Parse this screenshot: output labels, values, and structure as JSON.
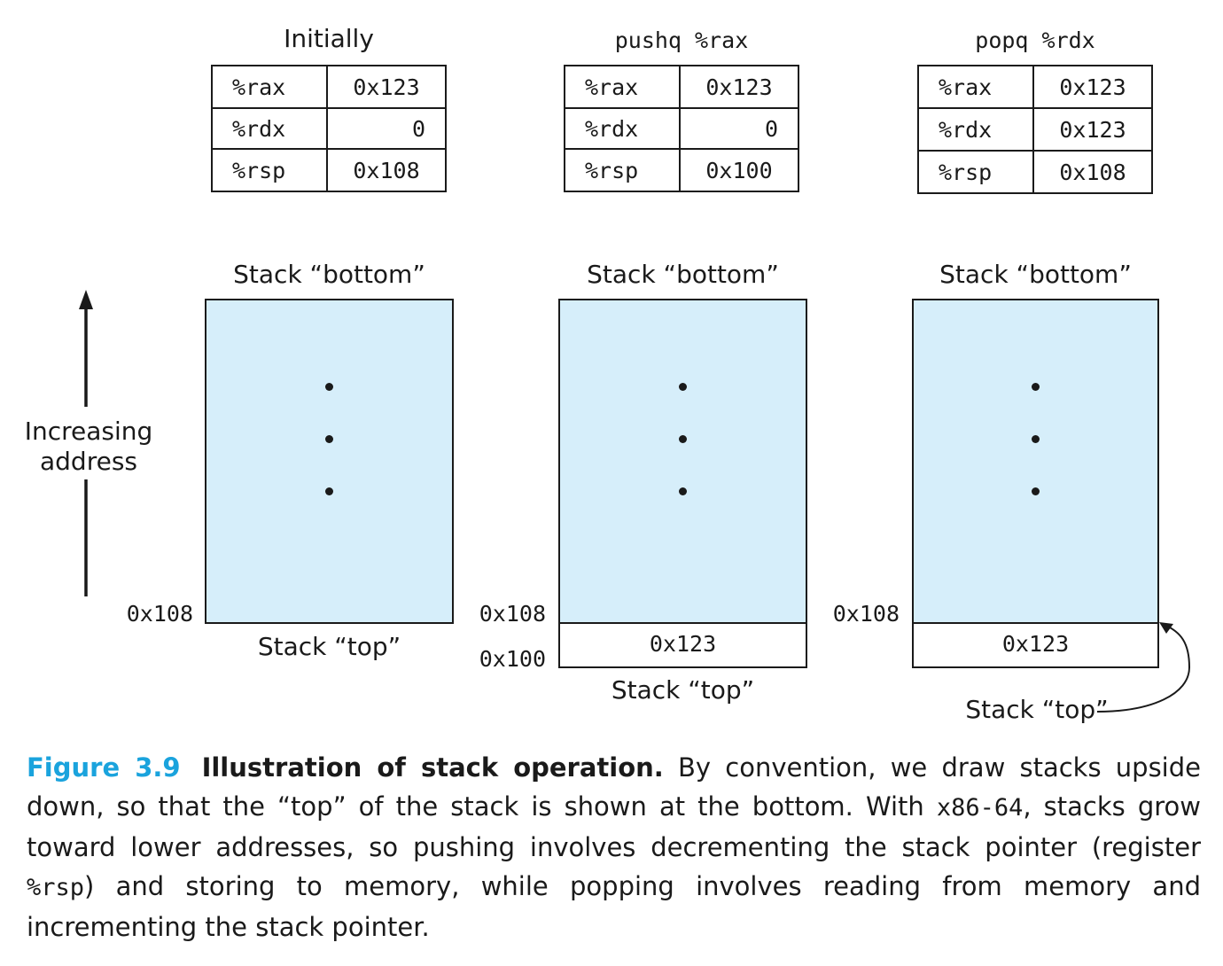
{
  "columns": [
    {
      "title": "Initially",
      "registers": [
        {
          "name": "%rax",
          "value": "0x123"
        },
        {
          "name": "%rdx",
          "value": "0"
        },
        {
          "name": "%rsp",
          "value": "0x108"
        }
      ],
      "stack_bottom_label": "Stack “bottom”",
      "stack_top_label": "Stack “top”",
      "address_labels": [
        "0x108"
      ],
      "stack_cells": []
    },
    {
      "title": "pushq %rax",
      "registers": [
        {
          "name": "%rax",
          "value": "0x123"
        },
        {
          "name": "%rdx",
          "value": "0"
        },
        {
          "name": "%rsp",
          "value": "0x100"
        }
      ],
      "stack_bottom_label": "Stack “bottom”",
      "stack_top_label": "Stack “top”",
      "address_labels": [
        "0x108",
        "0x100"
      ],
      "stack_cells": [
        "0x123"
      ]
    },
    {
      "title": "popq %rdx",
      "registers": [
        {
          "name": "%rax",
          "value": "0x123"
        },
        {
          "name": "%rdx",
          "value": "0x123"
        },
        {
          "name": "%rsp",
          "value": "0x108"
        }
      ],
      "stack_bottom_label": "Stack “bottom”",
      "stack_top_label": "Stack “top”",
      "address_labels": [
        "0x108"
      ],
      "stack_cells": [
        "0x123"
      ]
    }
  ],
  "axis": {
    "label_line1": "Increasing",
    "label_line2": "address"
  },
  "caption": {
    "figure_number": "Figure 3.9",
    "title": "Illustration of stack operation.",
    "text_1": "By convention, we draw stacks upside down, so that the “top” of the stack is shown at the bottom. With ",
    "code_1": "x86-64",
    "text_2": ", stacks grow toward lower addresses, so pushing involves decrementing the stack pointer (register ",
    "code_2": "%rsp",
    "text_3": ") and storing to memory, while popping involves reading from memory and incrementing the stack pointer."
  }
}
